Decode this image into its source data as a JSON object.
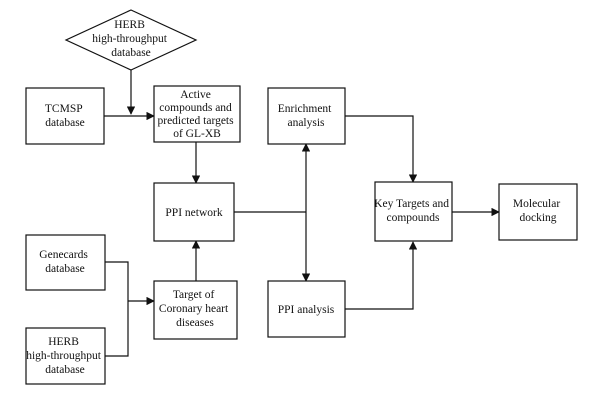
{
  "diagram": {
    "nodes": {
      "herb_top": [
        "HERB",
        "high-throughput",
        "database"
      ],
      "tcmsp": [
        "TCMSP",
        "database"
      ],
      "active": [
        "Active",
        "compounds and",
        "predicted targets",
        "of GL-XB"
      ],
      "ppi_network": [
        "PPI network"
      ],
      "genecards": [
        "Genecards",
        "database"
      ],
      "herb_bottom": [
        "HERB",
        "high-throughput",
        "database"
      ],
      "target": [
        "Target of",
        "Coronary heart",
        "diseases"
      ],
      "enrichment": [
        "Enrichment",
        "analysis"
      ],
      "ppi_analysis": [
        "PPI analysis"
      ],
      "key_targets": [
        "Key Targets and",
        "compounds"
      ],
      "docking": [
        "Molecular",
        "docking"
      ]
    },
    "line_color": "#111111",
    "box_fill": "#ffffff"
  }
}
